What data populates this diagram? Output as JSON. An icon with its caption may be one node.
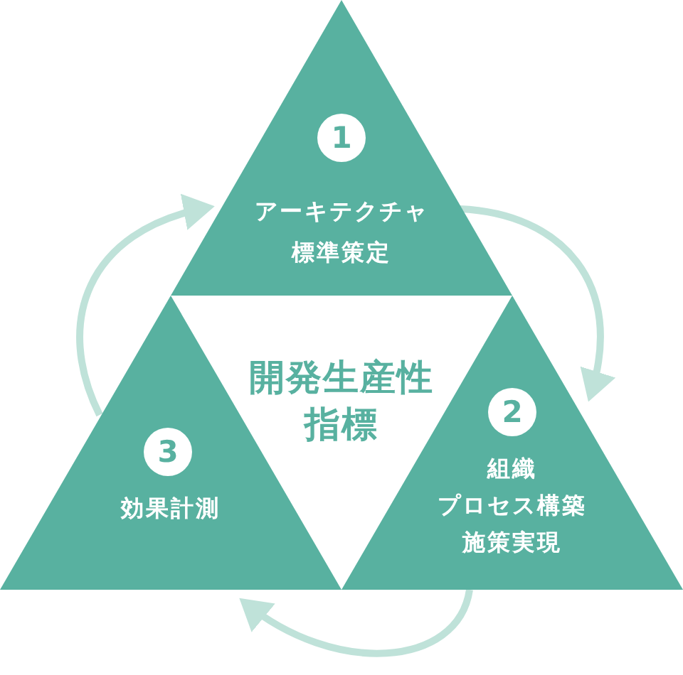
{
  "diagram": {
    "nodes": [
      {
        "text": [
          "アーキテクチャ標準策定"
        ]
      },
      {
        "text": [
          "1"
        ],
        "in": 0
      },
      {
        "text": [
          "組織プロセス構築施策実現"
        ]
      },
      {
        "text": [
          "2"
        ],
        "in": 2
      },
      {
        "text": [
          "効果計測"
        ]
      },
      {
        "text": [
          "3"
        ],
        "in": 4
      }
    ],
    "edges": [
      {
        "from": 0,
        "to": 2,
        "arrow": "to"
      },
      {
        "from": 2,
        "to": 4,
        "arrow": "to"
      },
      {
        "from": 4,
        "to": 0,
        "arrow": "to"
      }
    ],
    "labels": [
      "開発生産性指標"
    ]
  }
}
